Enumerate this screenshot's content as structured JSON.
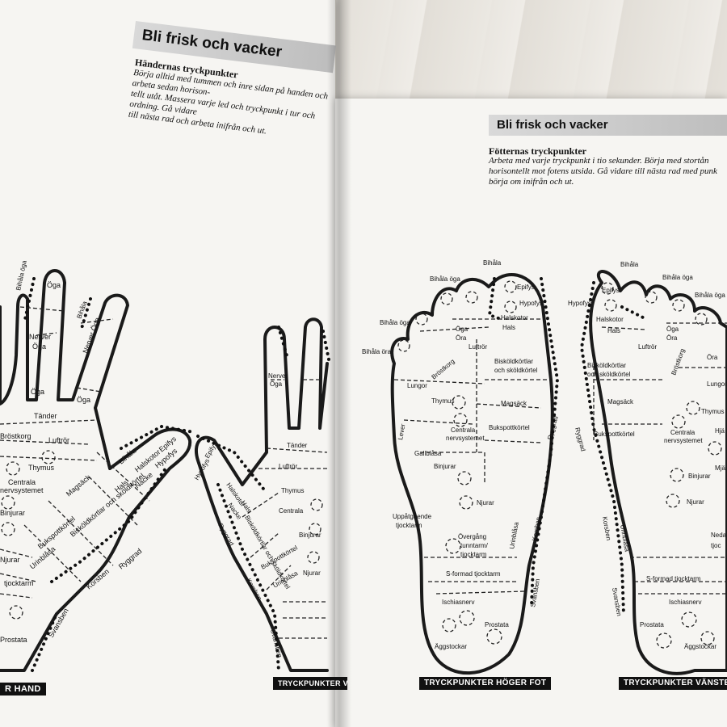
{
  "left_page": {
    "header": "Bli frisk och vacker",
    "subtitle": "Händernas tryckpunkter",
    "intro_lines": [
      "Börja alltid med tummen och inre sidan på handen och arbeta sedan horison-",
      "tellt utåt. Massera varje led och tryckpunkt i tur och ordning. Gå vidare",
      "till nästa rad och arbeta inifrån och ut."
    ],
    "caption_left": "R HAND",
    "caption_right": "TRYCKPUNKTER VÄNSTER HAND",
    "hand_labels": {
      "bihala_oga": "Bihåla öga",
      "oga": "Öga",
      "bihala": "Bihåla",
      "nerver_oga": "Nerver Öga",
      "tander": "Tänder",
      "brostkorg": "Bröstkorg",
      "luftror": "Luftrör",
      "thymus": "Thymus",
      "centrala": "Centrala nervsystemet",
      "binjurar": "Binjurar",
      "njurar": "Njurar",
      "bukspott": "Bukspottkörtel",
      "urinblasa": "Urinblåsa",
      "tjocktarm": "tjocktarm",
      "prostata": "Prostata",
      "magsack": "Magsäck",
      "hals": "Hals",
      "nacke": "Nacke",
      "halskotor": "Halskotor",
      "hypofys": "Hypofys",
      "epifys": "Epifys",
      "biskold": "Bisköldkörtlar och sköldkörtel",
      "ryggrad": "Ryggrad",
      "korsben": "Korsben",
      "svansben": "Svansben"
    }
  },
  "right_page": {
    "header": "Bli frisk och vacker",
    "subtitle": "Fötternas tryckpunkter",
    "intro_lines": [
      "Arbeta med varje tryckpunkt i tio sekunder. Börja med stortån",
      "horisontellt mot fotens utsida. Gå vidare till nästa rad med punk",
      "börja om inifrån och ut."
    ],
    "caption_right_foot": "TRYCKPUNKTER HÖGER FOT",
    "caption_left_foot": "TRYCKPUNKTER VÄNSTER",
    "foot_labels": {
      "bihala": "Bihåla",
      "bihala_oga": "Bihåla öga",
      "bihala_ora": "Bihåla öra",
      "epifys": "Epifys",
      "hypofys": "Hypofys",
      "halskotor": "Halskotor",
      "hals": "Hals",
      "oga": "Öga",
      "ora": "Öra",
      "luftror": "Luftrör",
      "brostkorg": "Bröstkorg",
      "biskold": "Bisköldkörtlar och sköldkörtel",
      "lungor": "Lungor",
      "thymus": "Thymus",
      "magsack": "Magsäck",
      "lever": "Lever",
      "centrala": "Centrala nervsystemet",
      "bukspott": "Bukspottkörtel",
      "gallblasa": "Gallblåsa",
      "ryggrad": "Ryggrad",
      "binjurar": "Binjurar",
      "njurar": "Njurar",
      "uppatgaende": "Uppåtgående tjocktarm",
      "overgang": "Övergång tunntarm/ tjocktarm",
      "urinblasa": "Urinblåsa",
      "korsben": "Korsben",
      "s_formad": "S-formad tjocktarm",
      "svansben": "Svansben",
      "ischiasnerv": "Ischiasnerv",
      "prostata": "Prostata",
      "aggstockar": "Äggstockar",
      "hjarta": "Hjä",
      "mjalte": "Mjä",
      "nedat": "Neda",
      "tjock": "tjoc"
    }
  }
}
